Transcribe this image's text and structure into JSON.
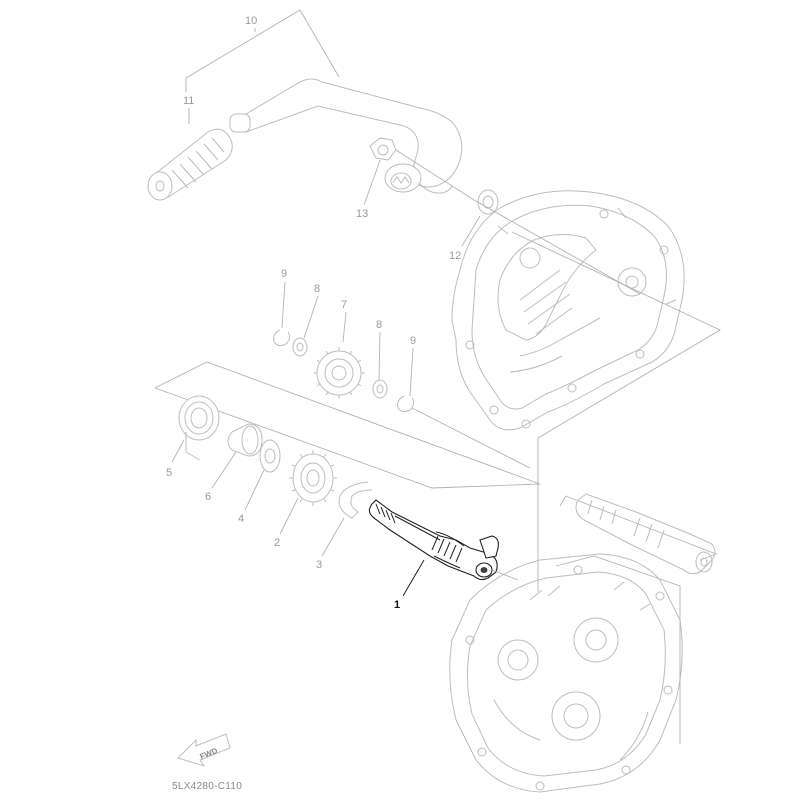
{
  "diagram": {
    "callouts": {
      "c1": "1",
      "c2": "2",
      "c3": "3",
      "c4": "4",
      "c5": "5",
      "c6": "6",
      "c7": "7",
      "c8a": "8",
      "c8b": "8",
      "c9a": "9",
      "c9b": "9",
      "c10": "10",
      "c11": "11",
      "c12": "12",
      "c13": "13"
    },
    "fwd_label": "FWD",
    "drawing_code": "5LX4280-C110"
  },
  "colors": {
    "highlighted_part": "#222222",
    "ghosted_parts": "#bdbdbd",
    "callout_text": "#9a9a9a",
    "background": "#ffffff"
  }
}
